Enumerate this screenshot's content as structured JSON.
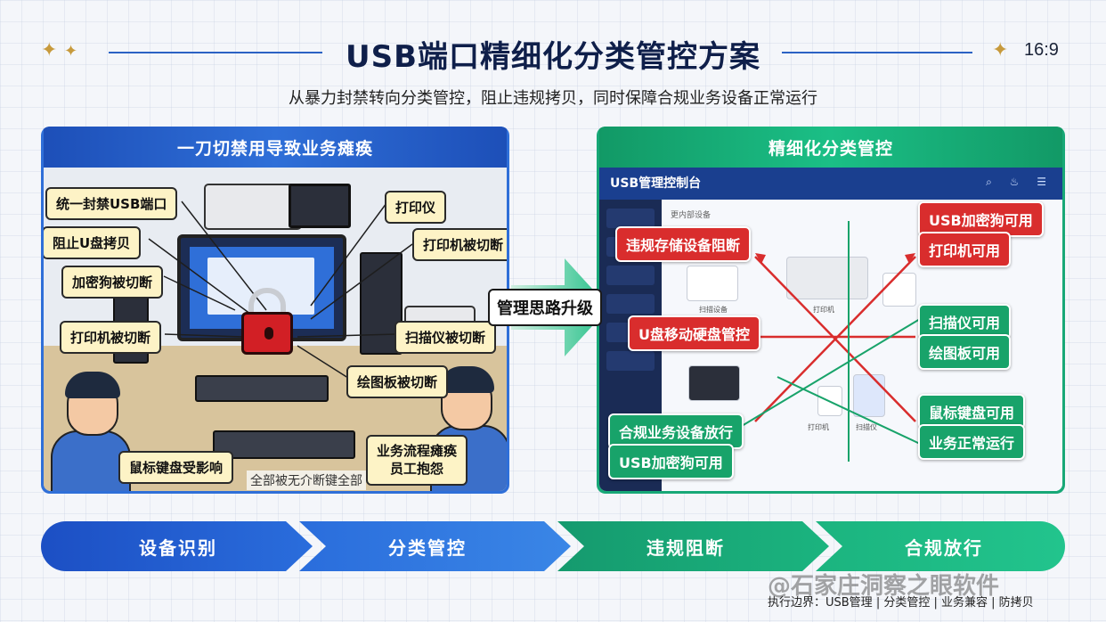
{
  "header": {
    "title": "USB端口精细化分类管控方案",
    "subtitle": "从暴力封禁转向分类管控，阻止违规拷贝，同时保障合规业务设备正常运行",
    "ratio": "16:9",
    "star_glyph": "✦"
  },
  "left_panel": {
    "title": "一刀切禁用导致业务瘫痪",
    "labels": {
      "usb_block": "统一封禁USB端口",
      "u_disk": "阻止U盘拷贝",
      "dongle": "加密狗被切断",
      "printer_left": "打印机被切断",
      "plotter_top": "打印仪",
      "printer_right": "打印机被切断",
      "scanner": "扫描仪被切断",
      "tablet": "绘图板被切断",
      "mouse_kb": "鼠标键盘受影响",
      "workflow": "业务流程瘫痪\n员工抱怨"
    },
    "caption": "全部被无介断键全部"
  },
  "middle": {
    "label": "管理思路升级"
  },
  "right_panel": {
    "title": "精细化分类管控",
    "console_title": "USB管理控制台",
    "console_icons": "⌕ ♨ ☰",
    "content_header": "更内部设备",
    "device_labels": {
      "scanner_dev": "扫描设备",
      "printer_dev": "打印机",
      "keyboard_dev": "打印机",
      "tablet_dev": "扫描仪"
    },
    "labels": {
      "block_storage": "违规存储设备阻断",
      "u_disk_ctrl": "U盘移动硬盘管控",
      "compliant_pass": "合规业务设备放行",
      "dongle_ok_bottom": "USB加密狗可用",
      "dongle_ok_top": "USB加密狗可用",
      "printer_ok": "打印机可用",
      "scanner_ok": "扫描仪可用",
      "tablet_ok": "绘图板可用",
      "mouse_kb_ok": "鼠标键盘可用",
      "business_ok": "业务正常运行"
    }
  },
  "process_steps": [
    {
      "label": "设备识别",
      "color": "#1f5bd1"
    },
    {
      "label": "分类管控",
      "color": "#2a74df"
    },
    {
      "label": "违规阻断",
      "color": "#19a879"
    },
    {
      "label": "合规放行",
      "color": "#1bb985"
    }
  ],
  "watermark": "@石家庄洞察之眼软件",
  "footer": "执行边界：USB管理 | 分类管控 | 业务兼容 | 防拷贝",
  "colors": {
    "blue": "#2f6fd8",
    "green": "#17a877",
    "red": "#d92d2d",
    "gold": "#c79a3c"
  }
}
